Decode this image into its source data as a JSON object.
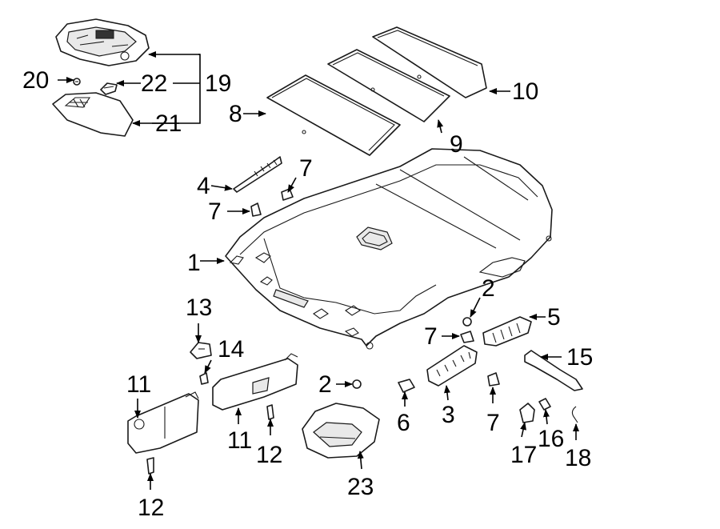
{
  "callouts": {
    "c1": "1",
    "c2a": "2",
    "c2b": "2",
    "c4": "4",
    "c5": "5",
    "c6": "6",
    "c7a": "7",
    "c7b": "7",
    "c7c": "7",
    "c7d": "7",
    "c8": "8",
    "c9": "9",
    "c10": "10",
    "c11a": "11",
    "c11b": "11",
    "c12a": "12",
    "c12b": "12",
    "c13": "13",
    "c14": "14",
    "c15": "15",
    "c16": "16",
    "c17": "17",
    "c18": "18",
    "c19": "19",
    "c20": "20",
    "c21": "21",
    "c22": "22",
    "c23": "23",
    "c3": "3"
  }
}
